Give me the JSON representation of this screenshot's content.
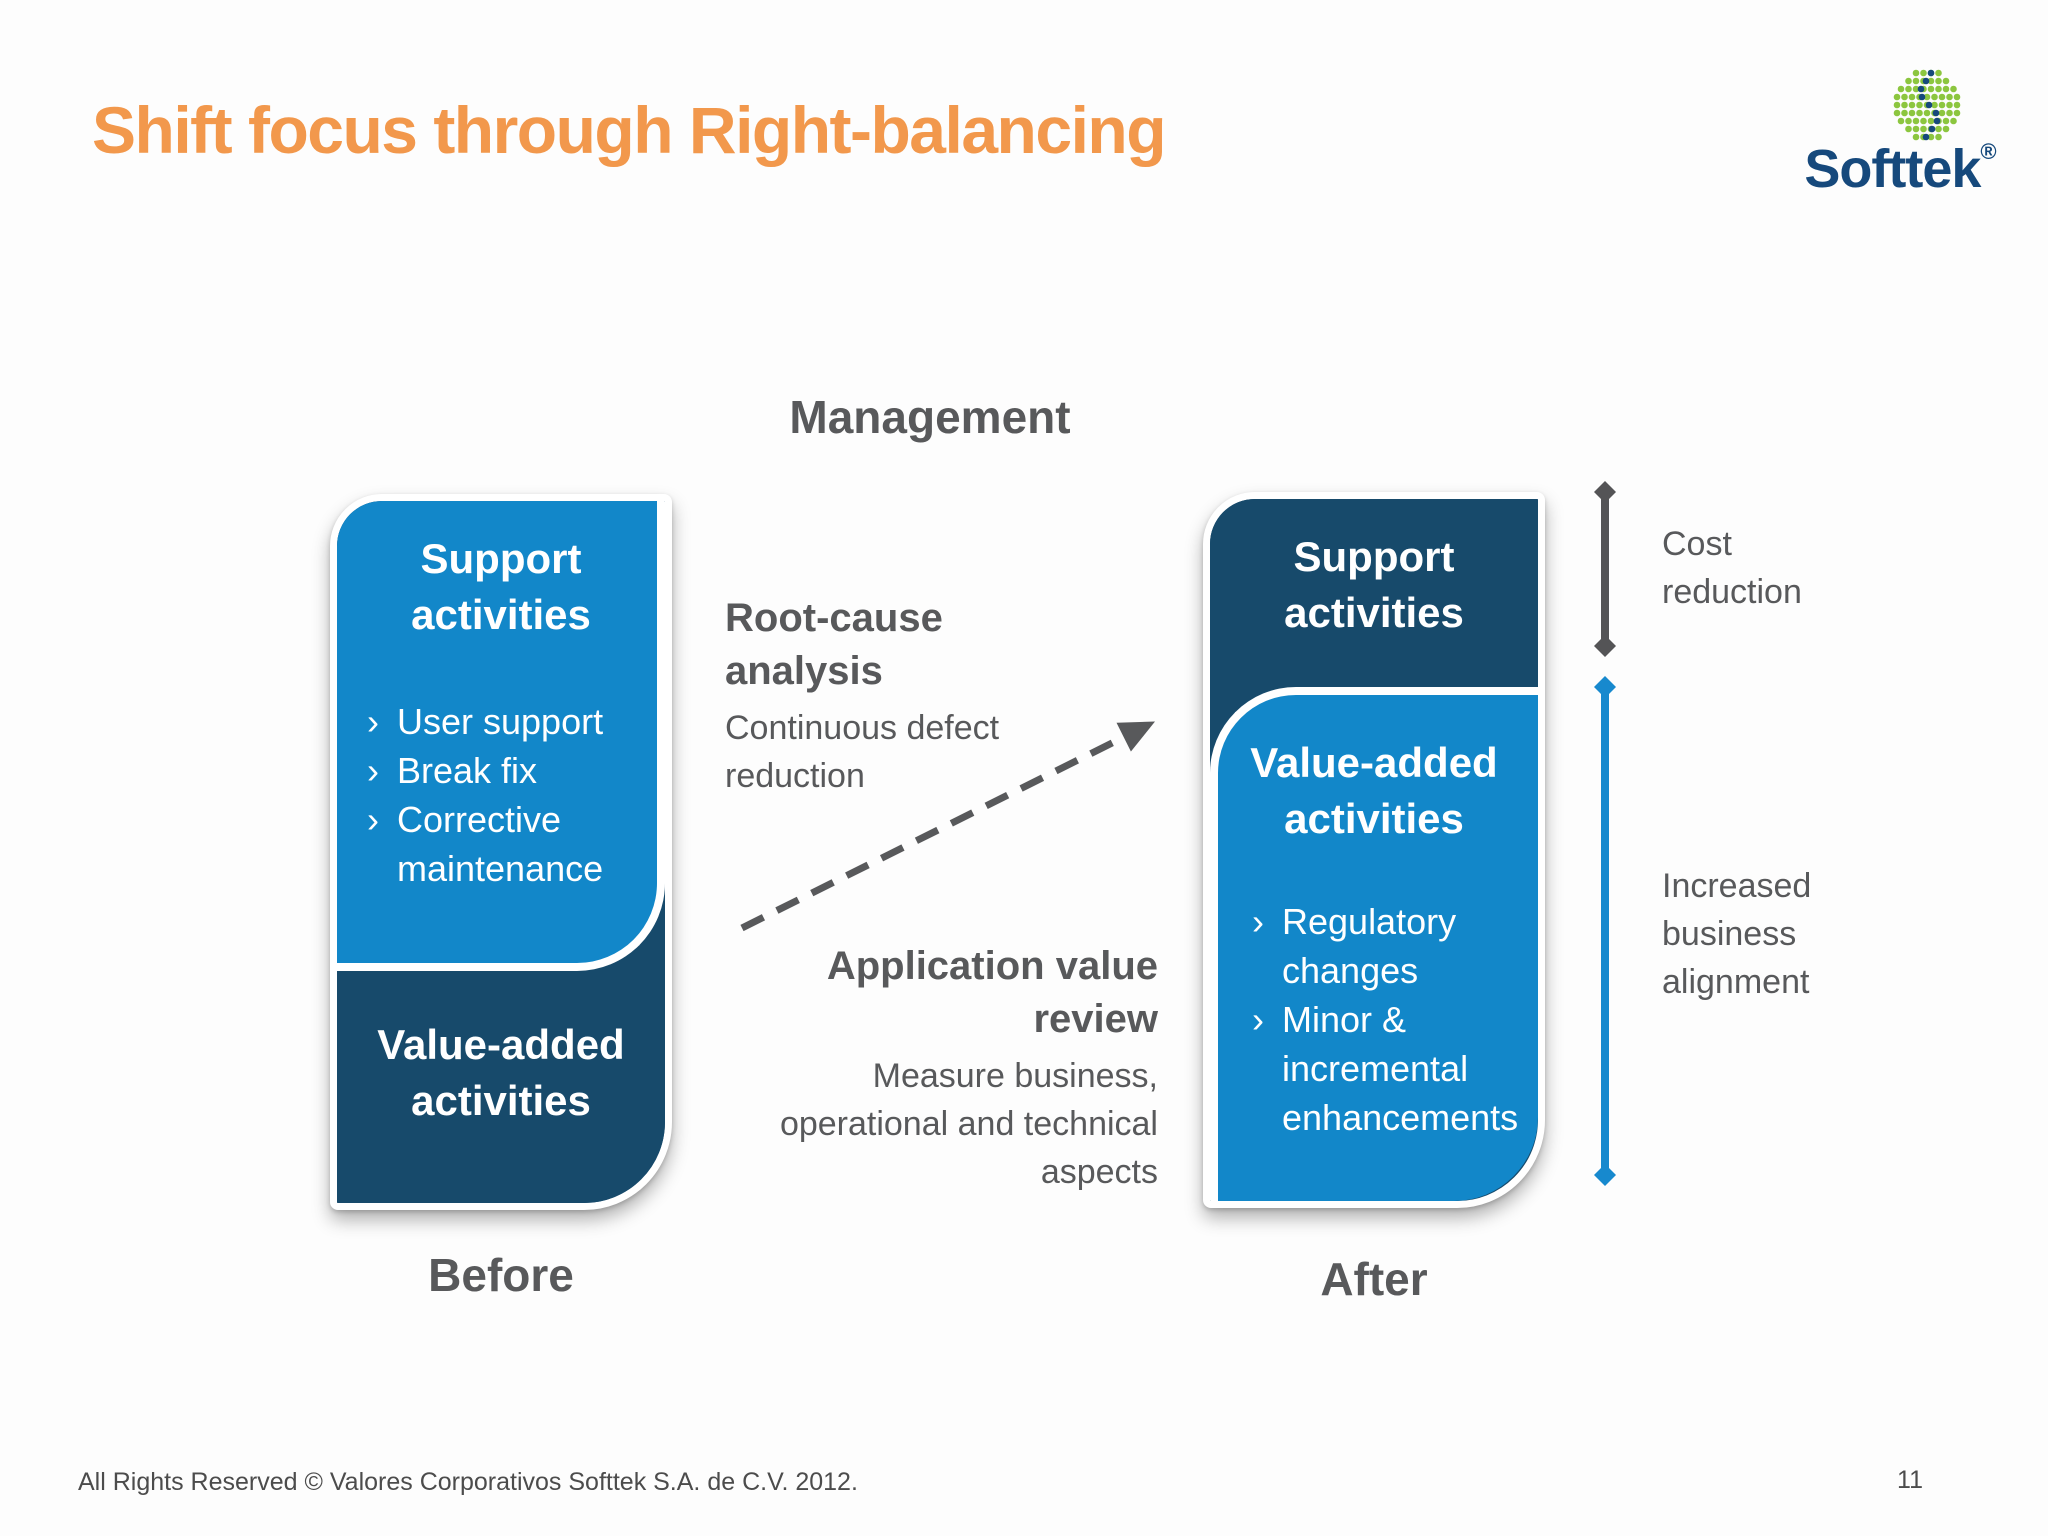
{
  "slide": {
    "title": "Shift focus through Right-balancing",
    "heading": "Management",
    "footer": "All Rights Reserved © Valores Corporativos Softtek S.A. de C.V. 2012.",
    "page_number": "11"
  },
  "logo": {
    "wordmark": "Softtek",
    "registered": "®"
  },
  "before": {
    "label": "Before",
    "support": {
      "title": "Support activities",
      "bullets": [
        "User support",
        "Break fix",
        "Corrective maintenance"
      ]
    },
    "value": {
      "title": "Value-added activities"
    }
  },
  "after": {
    "label": "After",
    "support": {
      "title": "Support activities"
    },
    "value": {
      "title": "Value-added activities",
      "bullets": [
        "Regulatory changes",
        "Minor & incremental enhancements"
      ]
    }
  },
  "middle": {
    "root_cause_title": "Root-cause analysis",
    "root_cause_desc": "Continuous defect reduction",
    "app_value_title": "Application value review",
    "app_value_desc": "Measure business, operational and technical aspects"
  },
  "arrows": {
    "cost_label": "Cost reduction",
    "alignment_label": "Increased business alignment"
  },
  "ui": {
    "bullet_char": "›"
  },
  "colors": {
    "accent_orange": "#F2984C",
    "light_blue": "#1287C9",
    "navy": "#174A6B",
    "gray_text": "#58595B",
    "logo_navy": "#16497C",
    "logo_green": "#8CC63F"
  }
}
